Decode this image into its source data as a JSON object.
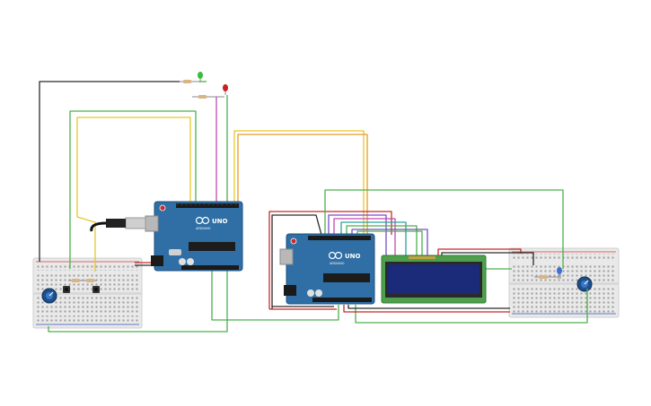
{
  "boards": {
    "arduino1": {
      "model": "UNO",
      "brand": "ARDUINO"
    },
    "arduino2": {
      "model": "UNO",
      "brand": "ARDUINO"
    }
  },
  "components": [
    "breadboard-left",
    "breadboard-right",
    "arduino-uno-1",
    "arduino-uno-2",
    "lcd-16x2",
    "led-green",
    "led-red",
    "led-blue",
    "potentiometer-left",
    "potentiometer-right",
    "pushbutton-1",
    "pushbutton-2",
    "usb-cable"
  ],
  "colors": {
    "breadboard": "#e8e8e8",
    "arduino": "#2f6fa5",
    "lcd_screen": "#1c2a7a",
    "lcd_frame": "#4ea04e",
    "wire_black": "#2a2a2a",
    "wire_green": "#4cb04c",
    "wire_yellow": "#e6c828",
    "wire_orange": "#e89a2a",
    "wire_red": "#c82828",
    "wire_magenta": "#c04ab0",
    "wire_purple": "#7a4ac8",
    "wire_teal": "#2aa0a0"
  }
}
